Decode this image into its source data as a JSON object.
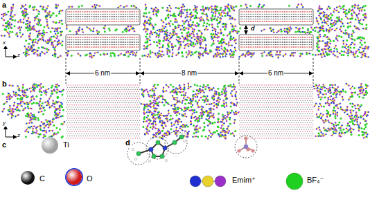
{
  "diagram": {
    "labels": [
      "a",
      "x",
      "z",
      "d",
      "6 nm",
      "8 nm",
      "6 nm",
      "b",
      "y",
      "z",
      "c",
      "d",
      "Emim⁺",
      "BF₄⁻"
    ],
    "legend": [
      {
        "text": "Ti",
        "color": "#a0a0a0"
      },
      {
        "text": "C",
        "color": "#111111"
      },
      {
        "text": "O",
        "color": "#d01818"
      }
    ]
  }
}
